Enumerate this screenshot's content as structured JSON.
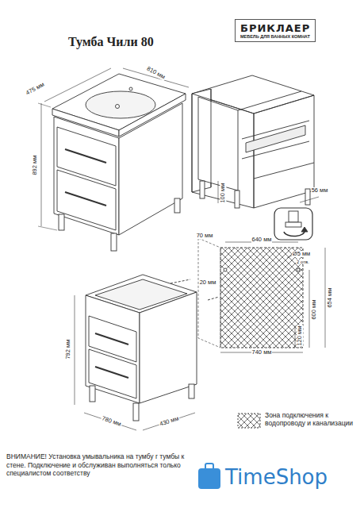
{
  "diagram": {
    "title": "Тумба Чили 80",
    "nodes": [
      {
        "text": [
          "БРИКЛАЕР",
          "МЕБЕЛЬ ДЛЯ ВАННЫХ КОМНАТ"
        ]
      }
    ],
    "labels": [
      "475 мм",
      "810 мм",
      "892 мм",
      "100 мм",
      "56 мм",
      "70 мм",
      "640 мм",
      "Ø5 мм",
      "2 отв.",
      "20 мм",
      "740 мм",
      "120 мм",
      "600 мм",
      "654 мм",
      "792 мм",
      "780 мм",
      "430 мм",
      "ВНИМАНИЕ! Установка умывальника на тумбу г тумбы к стене. Подключение и обслуживан выполняться только специалистом соответству",
      "TimeShop"
    ],
    "legend": [
      {
        "text": "Зона подключения к водопроводу и канализации"
      }
    ]
  }
}
